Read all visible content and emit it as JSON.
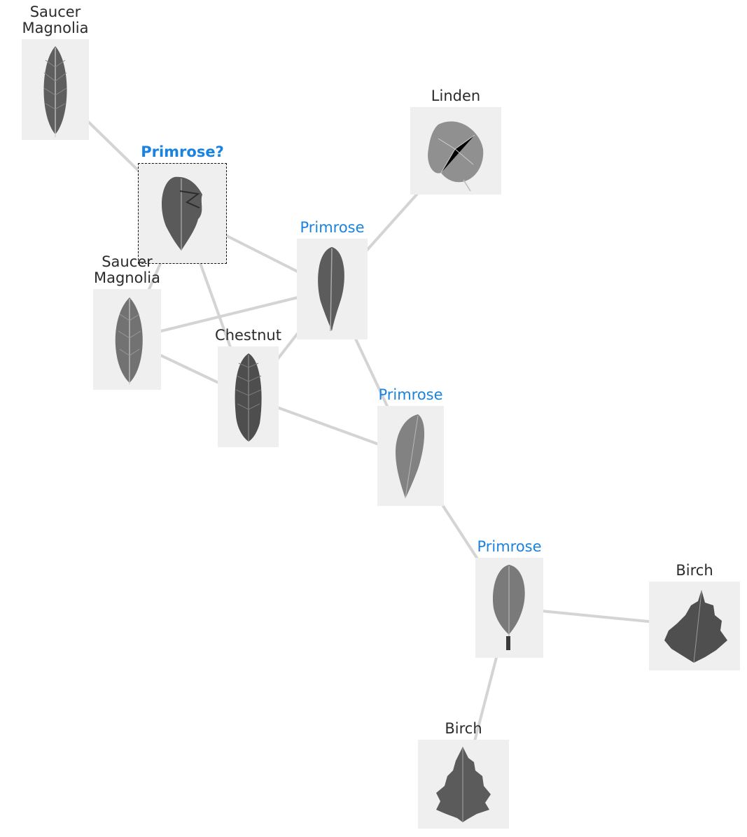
{
  "colors": {
    "match": "#1a82e0",
    "text": "#2b2b2b",
    "edge": "#d4d4d4",
    "thumb_bg": "#efefef"
  },
  "nodes": [
    {
      "id": "n1",
      "label": "Saucer\nMagnolia",
      "status": "normal",
      "leaf": "magnolia-leaf-icon"
    },
    {
      "id": "q",
      "label": "Primrose?",
      "status": "query",
      "leaf": "primrose-leaf-icon"
    },
    {
      "id": "n3",
      "label": "Saucer\nMagnolia",
      "status": "normal",
      "leaf": "magnolia-leaf-icon"
    },
    {
      "id": "n4",
      "label": "Chestnut",
      "status": "normal",
      "leaf": "chestnut-leaf-icon"
    },
    {
      "id": "n5",
      "label": "Primrose",
      "status": "match",
      "leaf": "primrose-leaf-icon"
    },
    {
      "id": "n6",
      "label": "Linden",
      "status": "normal",
      "leaf": "linden-leaf-icon"
    },
    {
      "id": "n7",
      "label": "Primrose",
      "status": "match",
      "leaf": "primrose-leaf-icon"
    },
    {
      "id": "n8",
      "label": "Primrose",
      "status": "match",
      "leaf": "primrose-leaf-icon"
    },
    {
      "id": "n9",
      "label": "Birch",
      "status": "normal",
      "leaf": "birch-leaf-icon"
    },
    {
      "id": "n10",
      "label": "Birch",
      "status": "normal",
      "leaf": "birch-leaf-icon"
    }
  ],
  "edges": [
    [
      "n1",
      "q"
    ],
    [
      "q",
      "n3"
    ],
    [
      "q",
      "n4"
    ],
    [
      "q",
      "n5"
    ],
    [
      "n3",
      "n5"
    ],
    [
      "n3",
      "n4"
    ],
    [
      "n4",
      "n5"
    ],
    [
      "n4",
      "n7"
    ],
    [
      "n5",
      "n6"
    ],
    [
      "n5",
      "n7"
    ],
    [
      "n7",
      "n8"
    ],
    [
      "n8",
      "n9"
    ],
    [
      "n8",
      "n10"
    ]
  ]
}
